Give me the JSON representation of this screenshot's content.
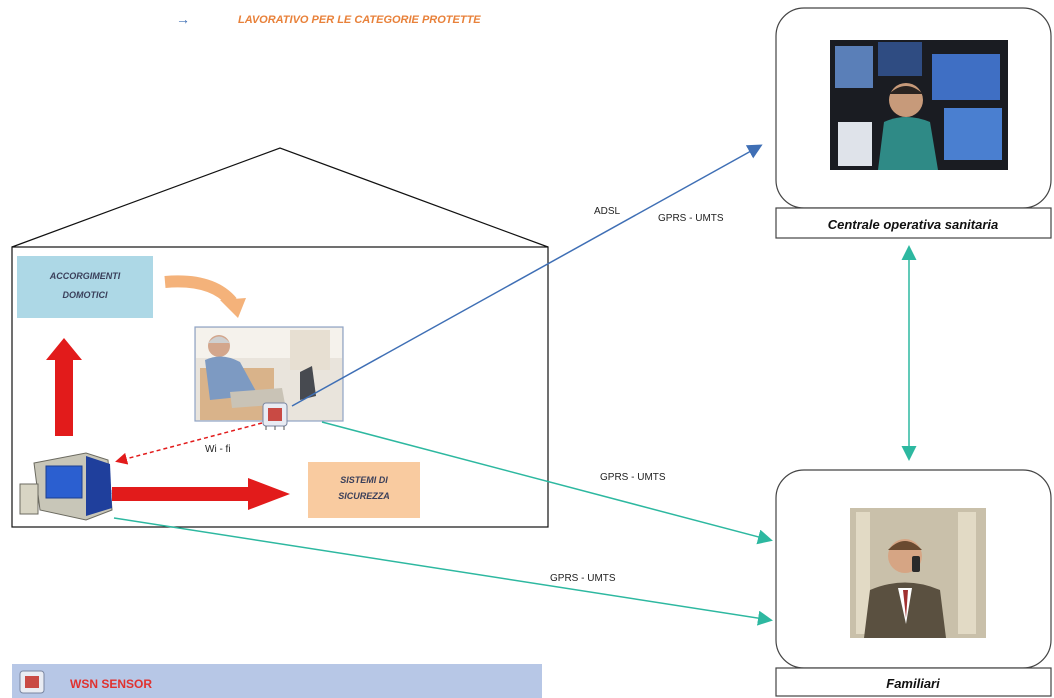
{
  "header": {
    "arrow_glyph": "→",
    "subtitle": "LAVORATIVO PER LE CATEGORIE PROTETTE",
    "subtitle_color": "#e8813a"
  },
  "house": {
    "accorgimenti": [
      "ACCORGIMENTI",
      "DOMOTICI"
    ],
    "sistemi": [
      "SISTEMI DI",
      "SICUREZZA"
    ],
    "wifi_label": "Wi - fi"
  },
  "links": {
    "adsl": "ADSL",
    "gprs_top": "GPRS - UMTS",
    "gprs_mid": "GPRS - UMTS",
    "gprs_bottom": "GPRS - UMTS"
  },
  "nodes": {
    "centrale": "Centrale operativa sanitaria",
    "familiari": "Familiari"
  },
  "legend": {
    "label": "WSN SENSOR",
    "label_color": "#e0322f"
  },
  "colors": {
    "blue_link": "#3f6fb5",
    "green_link": "#2db8a0",
    "red_arrow": "#e21b1b",
    "peach_arrow": "#f4b27a",
    "light_blue_box": "#add8e6",
    "peach_box": "#f9cba0",
    "legend_bar": "#b7c7e6"
  }
}
